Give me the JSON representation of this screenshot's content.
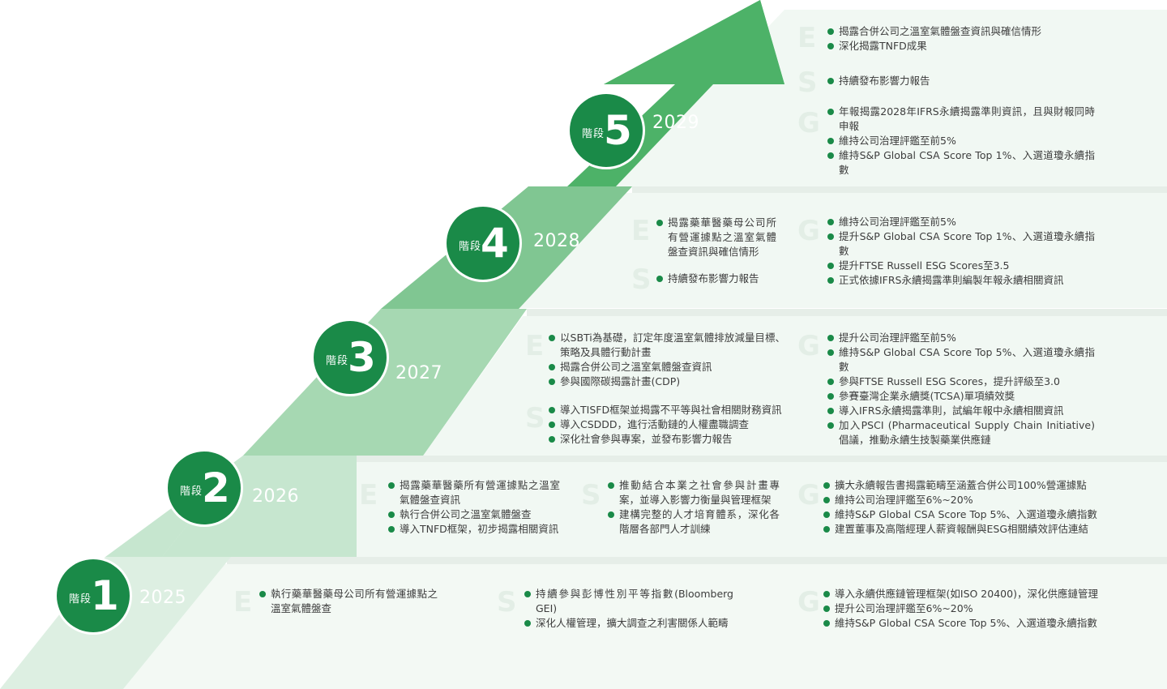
{
  "badge_prefix": "階段",
  "stages": [
    {
      "number": "1",
      "year": "2025",
      "E": {
        "letter": "E",
        "items": [
          "執行藥華醫藥母公司所有營運據點之溫室氣體盤查"
        ]
      },
      "S": {
        "letter": "S",
        "items": [
          "持續參與彭博性別平等指數(Bloomberg GEI)",
          "深化人權管理，擴大調查之利害關係人範疇"
        ]
      },
      "G": {
        "letter": "G",
        "items": [
          "導入永續供應鏈管理框架(如ISO 20400)，深化供應鏈管理",
          "提升公司治理評鑑至6%~20%",
          "維持S&P Global CSA Score Top 5%、入選道瓊永續指數"
        ]
      }
    },
    {
      "number": "2",
      "year": "2026",
      "E": {
        "letter": "E",
        "items": [
          "揭露藥華醫藥所有營運據點之溫室氣體盤查資訊",
          "執行合併公司之溫室氣體盤查",
          "導入TNFD框架，初步揭露相關資訊"
        ]
      },
      "S": {
        "letter": "S",
        "items": [
          "推動結合本業之社會參與計畫專案，並導入影響力衡量與管理框架",
          "建構完整的人才培育體系，深化各階層各部門人才訓練"
        ]
      },
      "G": {
        "letter": "G",
        "items": [
          "擴大永續報告書揭露範疇至涵蓋合併公司100%營運據點",
          "維持公司治理評鑑至6%~20%",
          "維持S&P Global CSA Score Top 5%、入選道瓊永續指數",
          "建置董事及高階經理人薪資報酬與ESG相關績效評估連結"
        ]
      }
    },
    {
      "number": "3",
      "year": "2027",
      "E": {
        "letter": "E",
        "items": [
          "以SBTi為基礎，訂定年度溫室氣體排放減量目標、策略及具體行動計畫",
          "揭露合併公司之溫室氣體盤查資訊",
          "參與國際碳揭露計畫(CDP)"
        ]
      },
      "S": {
        "letter": "S",
        "items": [
          "導入TISFD框架並揭露不平等與社會相關財務資訊",
          "導入CSDDD，進行活動鏈的人權盡職調查",
          "深化社會參與專案，並發布影響力報告"
        ]
      },
      "G": {
        "letter": "G",
        "items": [
          "提升公司治理評鑑至前5%",
          "維持S&P Global CSA Score Top 5%、入選道瓊永續指數",
          "參與FTSE Russell ESG Scores，提升評級至3.0",
          "參賽臺灣企業永續獎(TCSA)單項績效獎",
          "導入IFRS永續揭露準則，試編年報中永續相關資訊",
          "加入PSCI (Pharmaceutical Supply Chain Initiative)倡議，推動永續生技製藥業供應鏈"
        ]
      }
    },
    {
      "number": "4",
      "year": "2028",
      "E": {
        "letter": "E",
        "items": [
          "揭露藥華醫藥母公司所有營運據點之溫室氣體盤查資訊與確信情形"
        ]
      },
      "S": {
        "letter": "S",
        "items": [
          "持續發布影響力報告"
        ]
      },
      "G": {
        "letter": "G",
        "items": [
          "維持公司治理評鑑至前5%",
          "提升S&P Global CSA Score Top 1%、入選道瓊永續指數",
          "提升FTSE Russell ESG Scores至3.5",
          "正式依據IFRS永續揭露準則編製年報永續相關資訊"
        ]
      }
    },
    {
      "number": "5",
      "year": "2029",
      "E": {
        "letter": "E",
        "items": [
          "揭露合併公司之溫室氣體盤查資訊與確信情形",
          "深化揭露TNFD成果"
        ]
      },
      "S": {
        "letter": "S",
        "items": [
          "持續發布影響力報告"
        ]
      },
      "G": {
        "letter": "G",
        "items": [
          "年報揭露2028年IFRS永續揭露準則資訊，且與財報同時申報",
          "維持公司治理評鑑至前5%",
          "維持S&P Global CSA Score Top 1%、入選道瓊永續指數"
        ]
      }
    }
  ],
  "colors": {
    "badge": "#1a8a48",
    "step1": "#ddefe2",
    "step2": "#c2e4cc",
    "step3": "#a4d6b0",
    "step4": "#7cc48e",
    "arrow": "#4db268",
    "panel": "#f1f7f2",
    "divider": "#e3ece6"
  }
}
